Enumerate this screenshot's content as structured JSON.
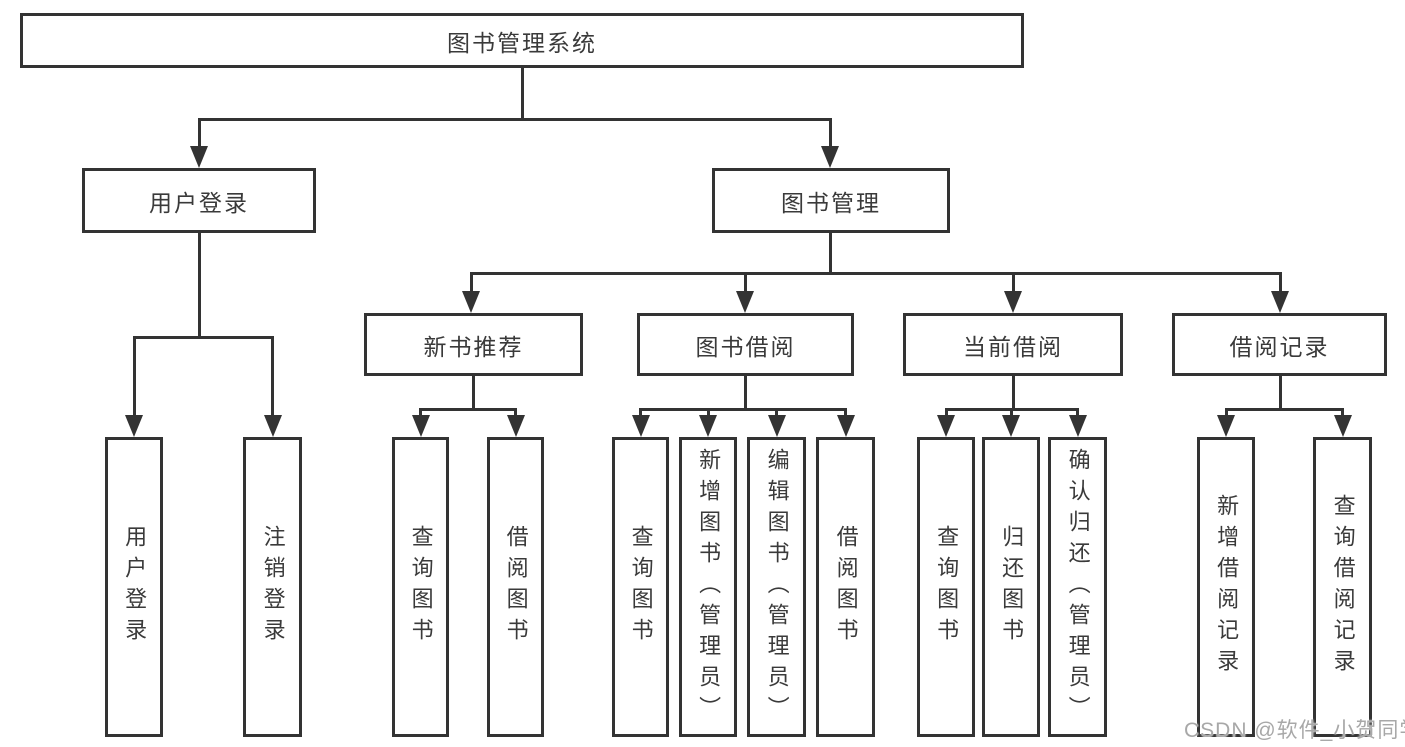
{
  "watermark": "CSDN @软件_小贺同学",
  "diagram": {
    "root": {
      "label": "图书管理系统"
    },
    "branches": [
      {
        "label": "用户登录",
        "children": [
          {
            "label": "用户登录"
          },
          {
            "label": "注销登录"
          }
        ]
      },
      {
        "label": "图书管理",
        "children": [
          {
            "label": "新书推荐",
            "children": [
              {
                "label": "查询图书"
              },
              {
                "label": "借阅图书"
              }
            ]
          },
          {
            "label": "图书借阅",
            "children": [
              {
                "label": "查询图书"
              },
              {
                "label": "新增图书（管理员）"
              },
              {
                "label": "编辑图书（管理员）"
              },
              {
                "label": "借阅图书"
              }
            ]
          },
          {
            "label": "当前借阅",
            "children": [
              {
                "label": "查询图书"
              },
              {
                "label": "归还图书"
              },
              {
                "label": "确认归还（管理员）"
              }
            ]
          },
          {
            "label": "借阅记录",
            "children": [
              {
                "label": "新增借阅记录"
              },
              {
                "label": "查询借阅记录"
              }
            ]
          }
        ]
      }
    ]
  }
}
